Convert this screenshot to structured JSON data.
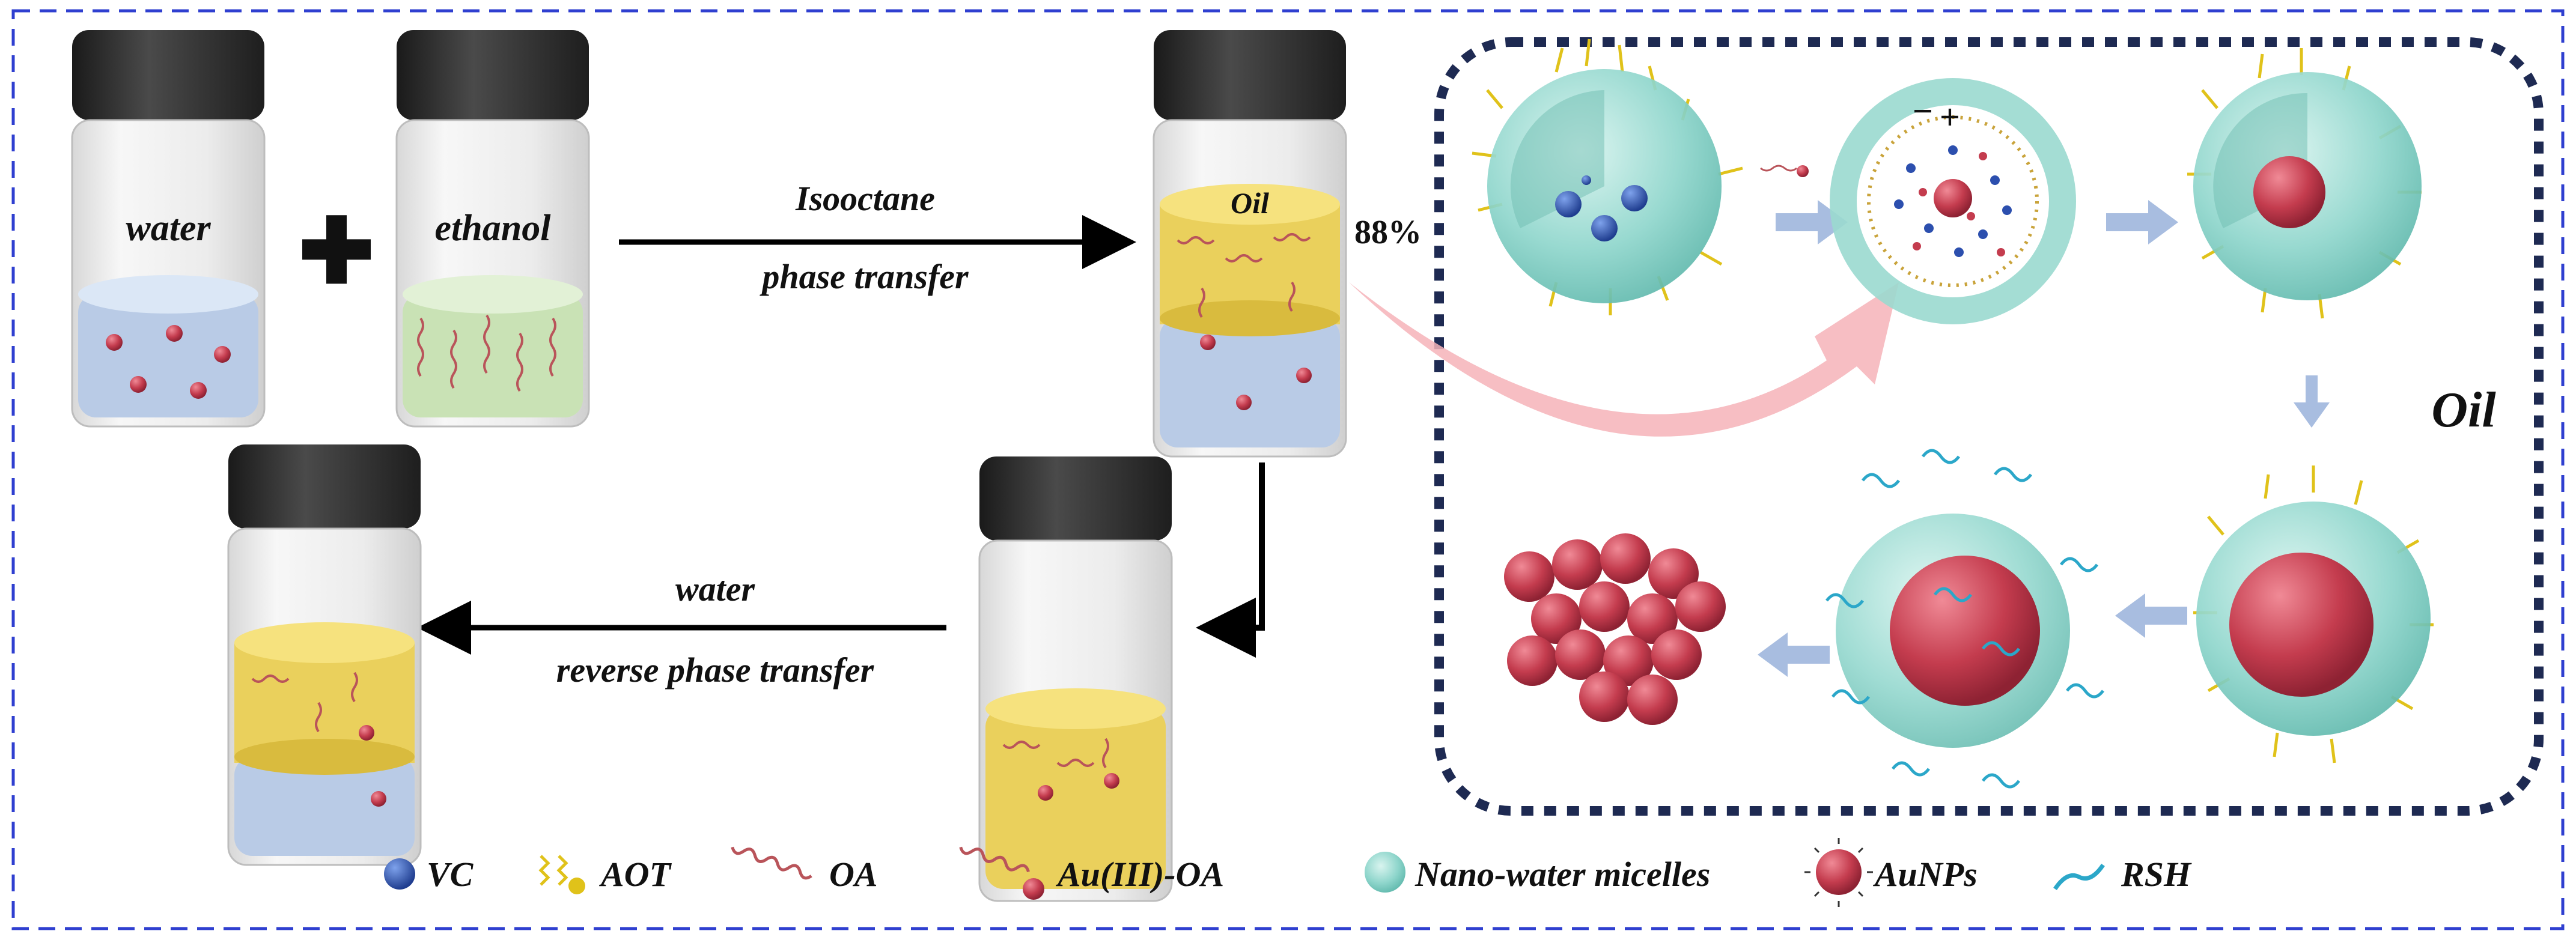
{
  "vials": {
    "water_label": "water",
    "ethanol_label": "ethanol",
    "oil_label": "Oil",
    "plus_symbol": "✚"
  },
  "arrows": {
    "forward_top": "Isooctane",
    "forward_bottom": "phase transfer",
    "reverse_top": "water",
    "reverse_bottom": "reverse phase transfer"
  },
  "mechanism": {
    "percent": "88%",
    "phase_label": "Oil",
    "charge_minus": "−",
    "charge_plus": "+"
  },
  "legend": {
    "items": [
      {
        "key": "vc",
        "label": "VC"
      },
      {
        "key": "aot",
        "label": "AOT"
      },
      {
        "key": "oa",
        "label": "OA"
      },
      {
        "key": "au_oa",
        "label": "Au(III)-OA"
      },
      {
        "key": "micelle",
        "label": "Nano-water micelles"
      },
      {
        "key": "aunp",
        "label": "AuNPs"
      },
      {
        "key": "rsh",
        "label": "RSH"
      }
    ]
  },
  "colors": {
    "frame_blue": "#2f3fd0",
    "panel_navy": "#1e2a52",
    "cap": "#2a2a2a",
    "water": "#b9cbe6",
    "ethanol": "#c9e2b5",
    "oil": "#ead05c",
    "gold_red": "#c43c4e",
    "vc_blue": "#2c4fae",
    "micelle": "#7ccfc4",
    "aot_yellow": "#e0c21a",
    "oa_red": "#b9545a",
    "rsh": "#2ba7c9",
    "pink_arrow": "#f6b3b8",
    "step_arrow": "#a8bde0"
  }
}
